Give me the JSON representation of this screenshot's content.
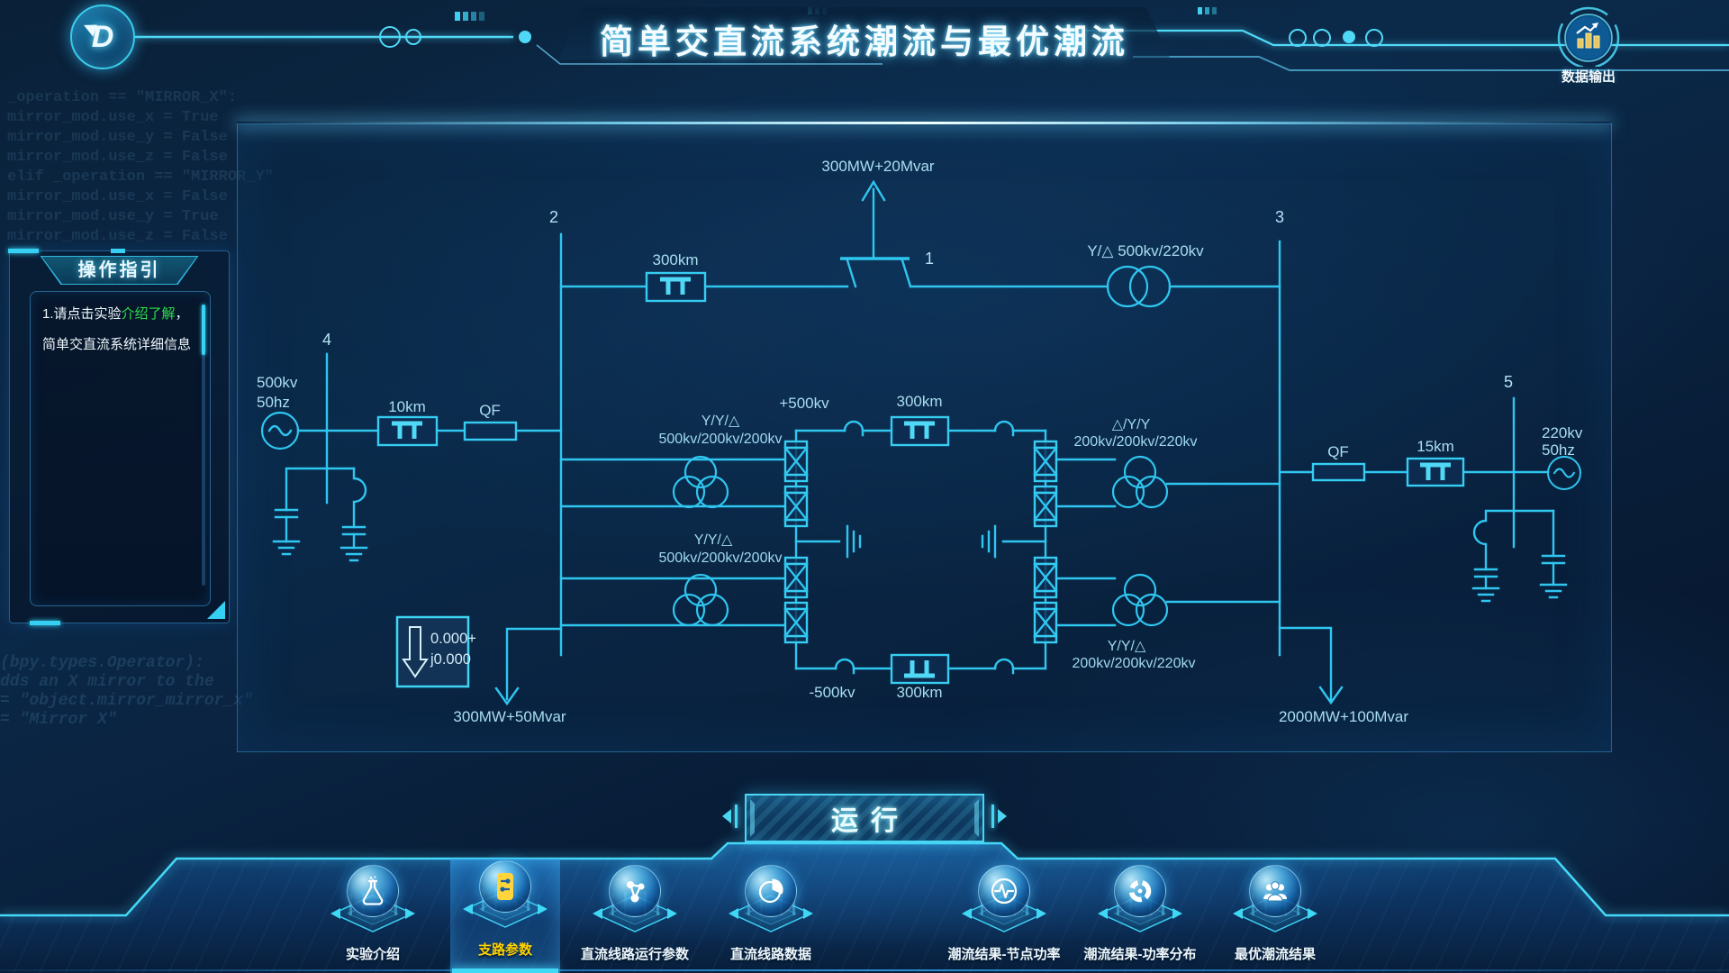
{
  "header": {
    "title": "简单交直流系统潮流与最优潮流",
    "logo_glyph": "D",
    "data_output_label": "数据输出"
  },
  "guide_panel": {
    "title": "操作指引",
    "line1_prefix": "1.请点击实验",
    "line1_link": "介绍了解",
    "line1_suffix": "，",
    "line2": "简单交直流系统详细信息"
  },
  "run_button": {
    "label": "运行"
  },
  "nav": {
    "items": [
      {
        "label": "实验介绍",
        "icon": "flask-icon",
        "active": false
      },
      {
        "label": "支路参数",
        "icon": "sliders-icon",
        "active": true
      },
      {
        "label": "直流线路运行参数",
        "icon": "molecule-icon",
        "active": false
      },
      {
        "label": "直流线路数据",
        "icon": "pie-chart-icon",
        "active": false
      },
      {
        "label": "潮流结果-节点功率",
        "icon": "pulse-icon",
        "active": false
      },
      {
        "label": "潮流结果-功率分布",
        "icon": "distribution-icon",
        "active": false
      },
      {
        "label": "最优潮流结果",
        "icon": "users-icon",
        "active": false
      }
    ]
  },
  "diagram": {
    "bus1": "1",
    "bus2": "2",
    "bus3": "3",
    "bus4": "4",
    "bus5": "5",
    "gen_left_kv": "500kv",
    "gen_left_hz": "50hz",
    "gen_right_kv": "220kv",
    "gen_right_hz": "50hz",
    "line_10km": "10km",
    "line_15km": "15km",
    "ac_line_300km": "300km",
    "dc_line_top_km": "300km",
    "dc_line_bottom_km": "300km",
    "qf_left": "QF",
    "qf_right": "QF",
    "load_top": "300MW+20Mvar",
    "load_left": "300MW+50Mvar",
    "load_right": "2000MW+100Mvar",
    "xfmr_ac": "Y/△ 500kv/220kv",
    "t1_type": "Y/Y/△",
    "t1_ratio": "500kv/200kv/200kv",
    "t2_type": "Y/Y/△",
    "t2_ratio": "500kv/200kv/200kv",
    "t3_type": "△/Y/Y",
    "t3_ratio": "200kv/200kv/220kv",
    "t4_type": "Y/Y/△",
    "t4_ratio": "200kv/200kv/220kv",
    "dc_plus": "+500kv",
    "dc_minus": "-500kv",
    "legend_value_line1": "0.000+",
    "legend_value_line2": "j0.000"
  },
  "background": {
    "code_top": [
      "_operation == \"MIRROR_X\":",
      "mirror_mod.use_x = True",
      "mirror_mod.use_y = False",
      "mirror_mod.use_z = False",
      "elif _operation == \"MIRROR_Y\"",
      "mirror_mod.use_x = False",
      "mirror_mod.use_y = True",
      "mirror_mod.use_z = False"
    ],
    "code_bottom": [
      "(bpy.types.Operator):",
      "dds an X mirror to the",
      "= \"object.mirror_mirror_x\"",
      "= \"Mirror X\""
    ]
  },
  "colors": {
    "accent": "#35d0f2",
    "accent_bright": "#7ff0ff",
    "line_cyan": "#2fc6f0",
    "label_cyan": "#9fd8ef",
    "link_green": "#2ee04e",
    "active_yellow": "#ffd200",
    "icon_gold": "#e9c75e",
    "panel_border": "#40a0dc"
  }
}
